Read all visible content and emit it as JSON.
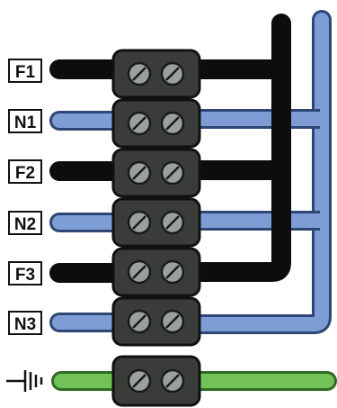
{
  "terminals": [
    {
      "label": "F1",
      "type": "phase"
    },
    {
      "label": "N1",
      "type": "neutral"
    },
    {
      "label": "F2",
      "type": "phase"
    },
    {
      "label": "N2",
      "type": "neutral"
    },
    {
      "label": "F3",
      "type": "phase"
    },
    {
      "label": "N3",
      "type": "neutral"
    },
    {
      "label": "",
      "type": "ground"
    }
  ],
  "colors": {
    "phase": "#0d0d0d",
    "neutral": "#7f9dd5",
    "neutral_outline": "#2d4675",
    "ground": "#73c257",
    "ground_outline": "#2f6a24",
    "block": "#3a3c3a",
    "block_outline": "#111111",
    "screw": "#9aa09e",
    "screw_outline": "#1a1a1a",
    "label_border": "#111111"
  },
  "icons": {
    "ground": "ground-symbol-icon",
    "screw": "screw-icon"
  }
}
